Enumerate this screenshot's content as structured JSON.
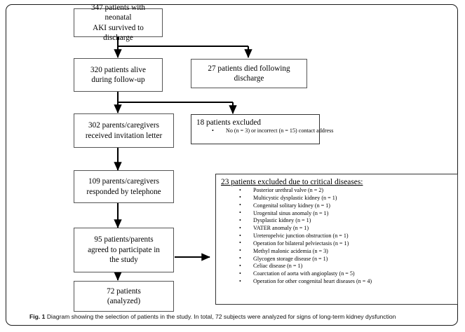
{
  "figure": {
    "caption_label": "Fig. 1",
    "caption_text": "Diagram showing the selection of patients in the study. In total, 72 subjects were analyzed for signs of long-term kidney dysfunction"
  },
  "flow": {
    "nodes": [
      {
        "id": "enrolled",
        "text": "347 patients with neonatal\nAKI survived to discharge"
      },
      {
        "id": "alive",
        "text": "320 patients alive\nduring follow-up"
      },
      {
        "id": "died",
        "text": "27 patients died following\ndischarge"
      },
      {
        "id": "invited",
        "text": "302 parents/caregivers\nreceived invitation letter"
      },
      {
        "id": "responded",
        "text": "109 parents/caregivers\nresponded by telephone"
      },
      {
        "id": "agreed",
        "text": "95 patients/parents\nagreed to participate in\nthe study"
      },
      {
        "id": "analyzed",
        "text": "72 patients\n(analyzed)"
      }
    ]
  },
  "exclusions": {
    "address": {
      "heading": "18 patients excluded",
      "items": [
        "No (n = 3) or incorrect (n = 15) contact address"
      ]
    },
    "critical": {
      "heading": "23 patients excluded due to critical diseases:",
      "items": [
        "Posterior urethral valve (n = 2)",
        "Multicystic dysplastic kidney (n = 1)",
        "Congenital solitary kidney (n = 1)",
        "Urogenital sinus anomaly (n = 1)",
        "Dysplastic kidney (n = 1)",
        "VATER anomaly (n = 1)",
        "Ureteropelvic junction obstruction (n = 1)",
        "Operation for bilateral pelviectasis (n = 1)",
        "Methyl malonic acidemia (n = 3)",
        "Glycogen storage disease (n = 1)",
        "Celiac disease (n = 1)",
        "Coarctation of aorta with angioplasty (n = 5)",
        "Operation for other congenital heart diseases (n = 4)"
      ]
    }
  },
  "colors": {
    "frame_border": "#1a1a1a",
    "box_border": "#555555",
    "connector": "#000000",
    "text": "#000000"
  }
}
